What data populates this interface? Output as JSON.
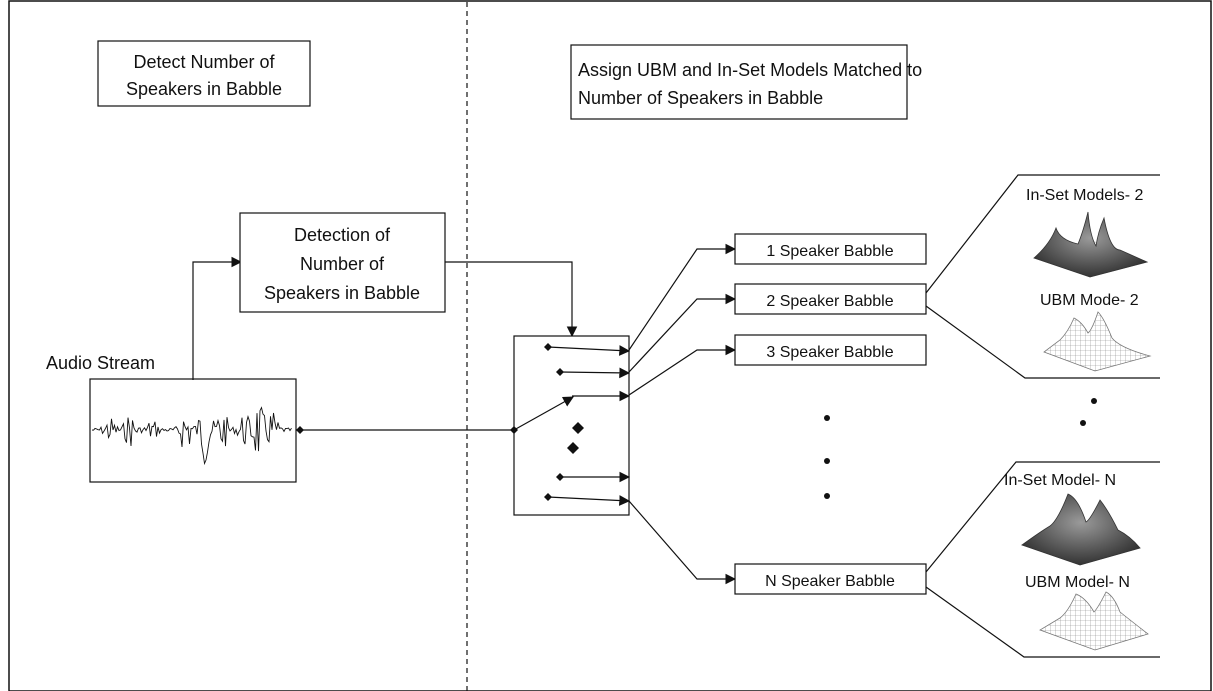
{
  "panels": {
    "left_title": [
      "Detect Number of",
      "Speakers in Babble"
    ],
    "right_title": [
      "Assign UBM and In-Set Models Matched to",
      "Number of Speakers in Babble"
    ]
  },
  "audio_stream_label": "Audio Stream",
  "detection_box": [
    "Detection of",
    "Number of",
    "Speakers in Babble"
  ],
  "babble_boxes": {
    "b1": "1 Speaker Babble",
    "b2": "2 Speaker Babble",
    "b3": "3 Speaker Babble",
    "bn": "N Speaker Babble"
  },
  "model_labels": {
    "inset_2": "In-Set Models- 2",
    "ubm_2": "UBM Mode- 2",
    "inset_n": "In-Set Model- N",
    "ubm_n": "UBM Model- N"
  },
  "colors": {
    "line": "#111111",
    "surface_dark": "#555555",
    "surface_light": "#bdbdbd"
  }
}
